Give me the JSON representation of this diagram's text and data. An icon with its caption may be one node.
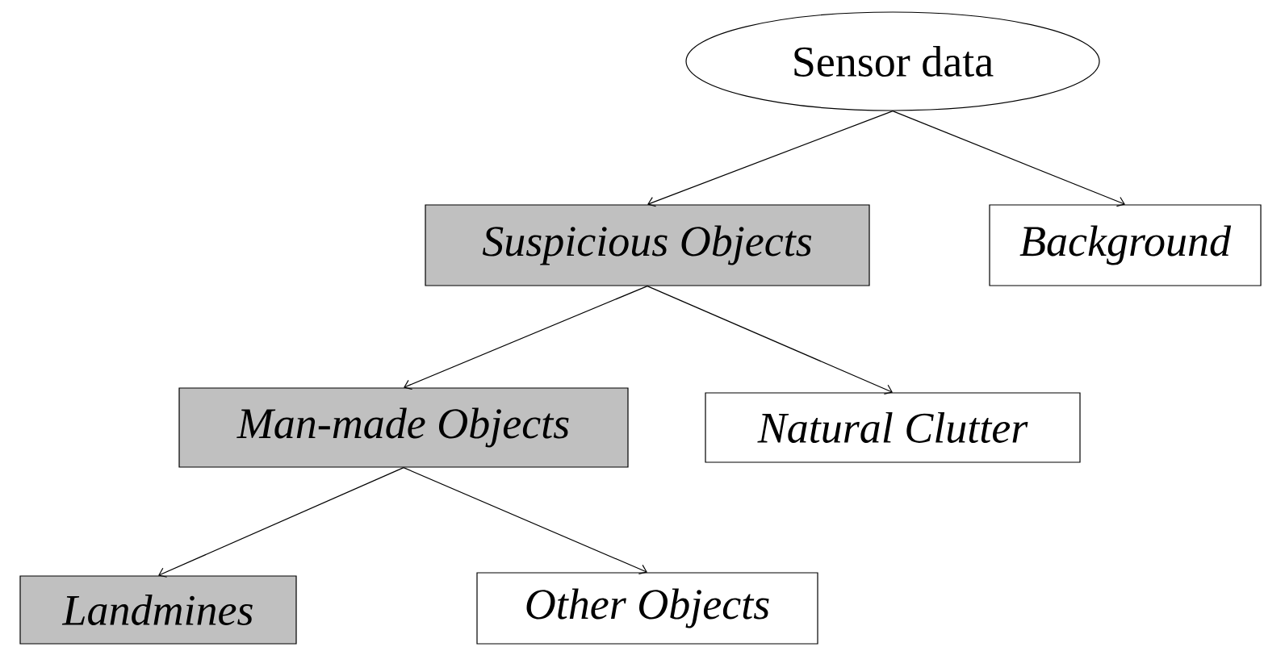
{
  "diagram": {
    "nodes": [
      {
        "text": [
          "Sensor data"
        ]
      },
      {
        "text": [
          "Suspicious Objects"
        ]
      },
      {
        "text": [
          "Background"
        ]
      },
      {
        "text": [
          "Man-made Objects"
        ]
      },
      {
        "text": [
          "Natural Clutter"
        ]
      },
      {
        "text": [
          "Landmines"
        ]
      },
      {
        "text": [
          "Other Objects"
        ]
      }
    ],
    "edges": [
      {
        "from": 0,
        "to": 1,
        "arrow": "to"
      },
      {
        "from": 0,
        "to": 2,
        "arrow": "to"
      },
      {
        "from": 1,
        "to": 3,
        "arrow": "to"
      },
      {
        "from": 1,
        "to": 4,
        "arrow": "to"
      },
      {
        "from": 3,
        "to": 5,
        "arrow": "to"
      },
      {
        "from": 3,
        "to": 6,
        "arrow": "to"
      }
    ]
  }
}
